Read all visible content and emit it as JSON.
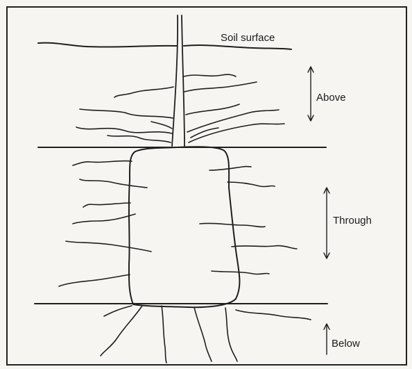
{
  "figure": {
    "labels": {
      "soil_surface": "Soil surface",
      "above": "Above",
      "through": "Through",
      "below": "Below"
    }
  }
}
